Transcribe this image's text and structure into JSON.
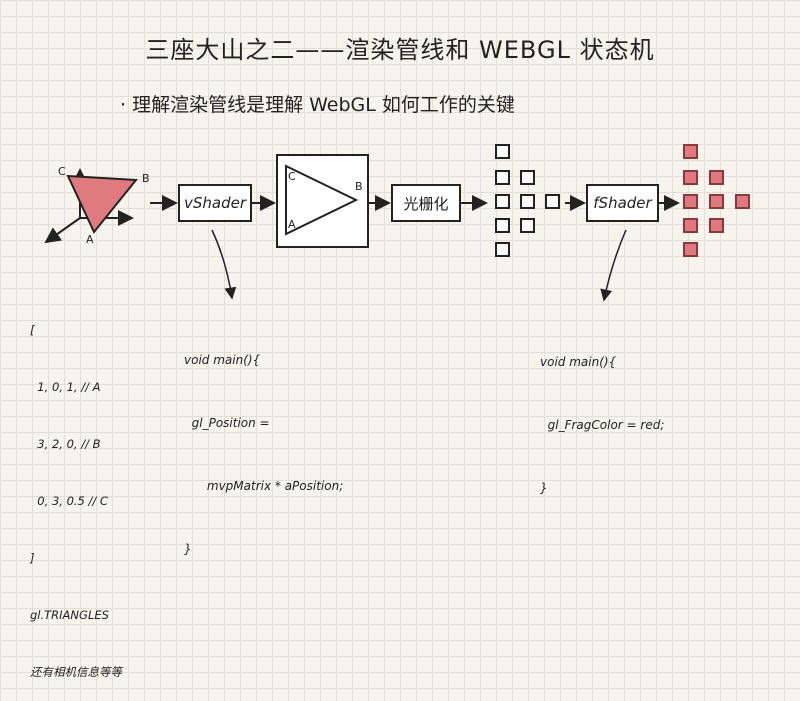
{
  "slide": {
    "title": "三座大山之二——渲染管线和 WEBGL 状态机",
    "bullet": "· 理解渲染管线是理解 WebGL 如何工作的关键"
  },
  "pipeline": {
    "vertex_labels": {
      "a": "A",
      "b": "B",
      "c": "C"
    },
    "vshader_label": "vShader",
    "raster_label": "光栅化",
    "fshader_label": "fShader",
    "fill_color": "#e07a7f"
  },
  "vertex_data": {
    "lines": [
      "[",
      "  1, 0, 1, // A",
      "  3, 2, 0, // B",
      "  0, 3, 0.5 // C",
      "]",
      "gl.TRIANGLES",
      "还有相机信息等等"
    ]
  },
  "vertex_shader_code": {
    "lines": [
      "void main(){",
      "  gl_Position =",
      "      mvpMatrix * aPosition;",
      "}"
    ]
  },
  "fragment_shader_code": {
    "lines": [
      "void main(){",
      "  gl_FragColor = red;",
      "}"
    ]
  }
}
